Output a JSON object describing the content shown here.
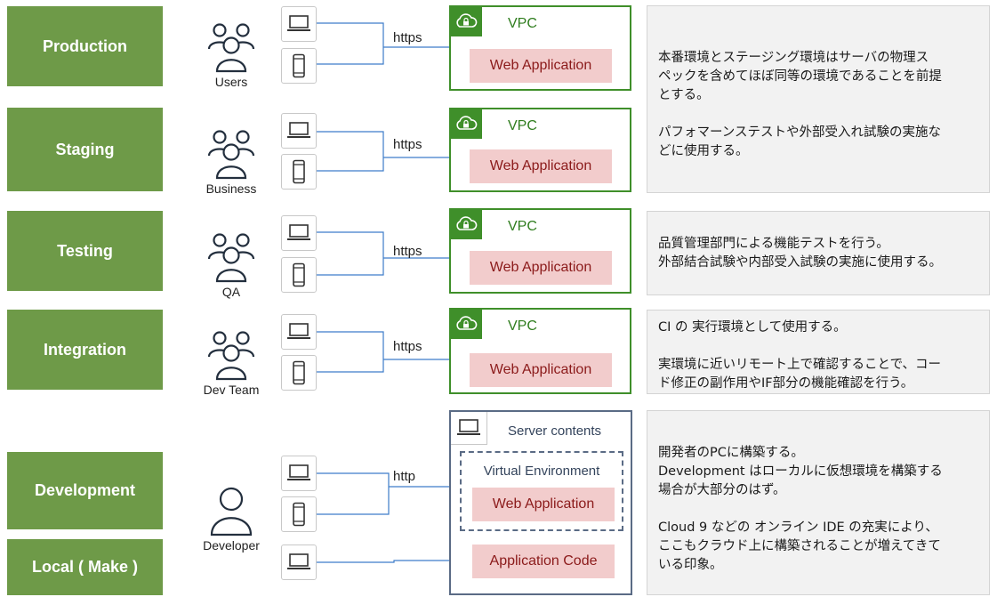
{
  "environments": [
    {
      "label": "Production",
      "actor": "Users",
      "protocol": "https",
      "vpc_title": "VPC",
      "app": "Web Application",
      "note": [
        "本番環境とステージング環境はサーバの物理ス\nペックを含めてほぼ同等の環境であることを前提\nとする。",
        "パフォマーンステストや外部受入れ試験の実施な\nどに使用する。"
      ]
    },
    {
      "label": "Staging",
      "actor": "Business",
      "protocol": "https",
      "vpc_title": "VPC",
      "app": "Web Application"
    },
    {
      "label": "Testing",
      "actor": "QA",
      "protocol": "https",
      "vpc_title": "VPC",
      "app": "Web Application",
      "note": [
        "品質管理部門による機能テストを行う。\n外部結合試験や内部受入試験の実施に使用する。"
      ]
    },
    {
      "label": "Integration",
      "actor": "Dev Team",
      "protocol": "https",
      "vpc_title": "VPC",
      "app": "Web Application",
      "note": [
        "CI の 実行環境として使用する。",
        "実環境に近いリモート上で確認することで、コー\nド修正の副作用やIF部分の機能確認を行う。"
      ]
    }
  ],
  "development": {
    "label": "Development",
    "local_label": "Local ( Make )",
    "actor": "Developer",
    "protocol": "http",
    "server_title": "Server contents",
    "virtual_env": "Virtual Environment",
    "app": "Web Application",
    "app_code": "Application Code",
    "note": [
      "開発者のPCに構築する。\nDevelopment はローカルに仮想環境を構築する\n場合が大部分のはず。",
      "Cloud 9 などの オンライン IDE の充実により、\nここもクラウド上に構築されることが増えてきて\nいる印象。"
    ]
  },
  "icons": {
    "users": "users-group-icon",
    "user": "user-icon",
    "laptop": "laptop-icon",
    "phone": "mobile-phone-icon",
    "vpc": "vpc-cloud-lock-icon"
  },
  "colors": {
    "env_box": "#6e9a48",
    "vpc_border": "#3f8f2a",
    "app_fill": "#f2cccc",
    "app_text": "#8b1a1a",
    "server_border": "#5a6b85",
    "line": "#3d7cc9",
    "note_bg": "#f2f2f2"
  }
}
